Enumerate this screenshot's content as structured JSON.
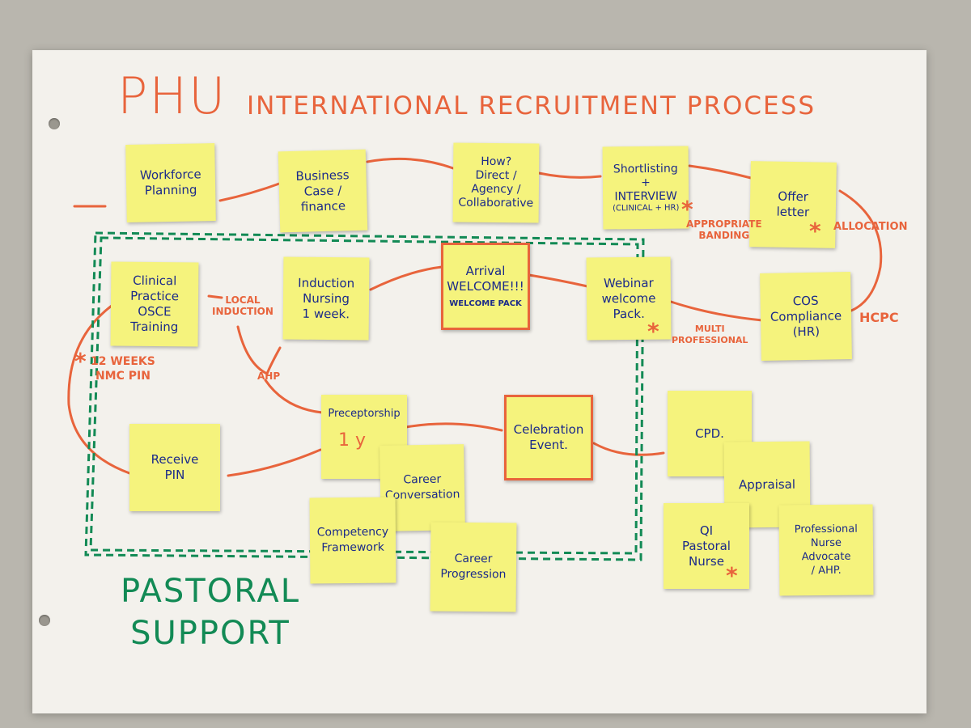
{
  "title": {
    "main": "PHU",
    "rest": "INTERNATIONAL RECRUITMENT PROCESS"
  },
  "section_label": "PASTORAL\nSUPPORT",
  "notes": {
    "workforce": "Workforce\nPlanning",
    "business": "Business\nCase /\nfinance",
    "how": "How?\nDirect /\nAgency /\nCollaborative",
    "shortlisting": "Shortlisting\n+\nINTERVIEW",
    "shortlisting_sub": "(CLINICAL + HR)",
    "offer": "Offer\nletter",
    "clinical": "Clinical\nPractice\nOSCE\nTraining",
    "induction": "Induction\nNursing\n1 week.",
    "arrival": "Arrival\nWELCOME!!!",
    "arrival_sub": "WELCOME PACK",
    "webinar": "Webinar\nwelcome\nPack.",
    "cos": "COS\nCompliance\n(HR)",
    "receive": "Receive\nPIN",
    "preceptorship": "Preceptorship",
    "preceptorship_sub": "1 y",
    "celebration": "Celebration\nEvent.",
    "cpd": "CPD.",
    "career_conv": "Career\nConversation",
    "competency": "Competency\nFramework",
    "career_prog": "Career\nProgression",
    "appraisal": "Appraisal",
    "qi": "QI\nPastoral\nNurse",
    "pna": "Professional\nNurse\nAdvocate\n/ AHP."
  },
  "labels": {
    "appropriate": "APPROPRIATE\nBANDING",
    "allocation": "ALLOCATION",
    "hcpc": "HCPC",
    "local": "LOCAL\nINDUCTION",
    "ahp": "AHP",
    "weeks": "12 WEEKS\nNMC PIN",
    "multi": "MULTI\nPROFESSIONAL",
    "star": "*"
  },
  "colors": {
    "paper": "#f3f1ec",
    "sticky": "#f5f37d",
    "orange": "#e8643c",
    "green": "#128a55",
    "ink": "#1b2a8a"
  }
}
